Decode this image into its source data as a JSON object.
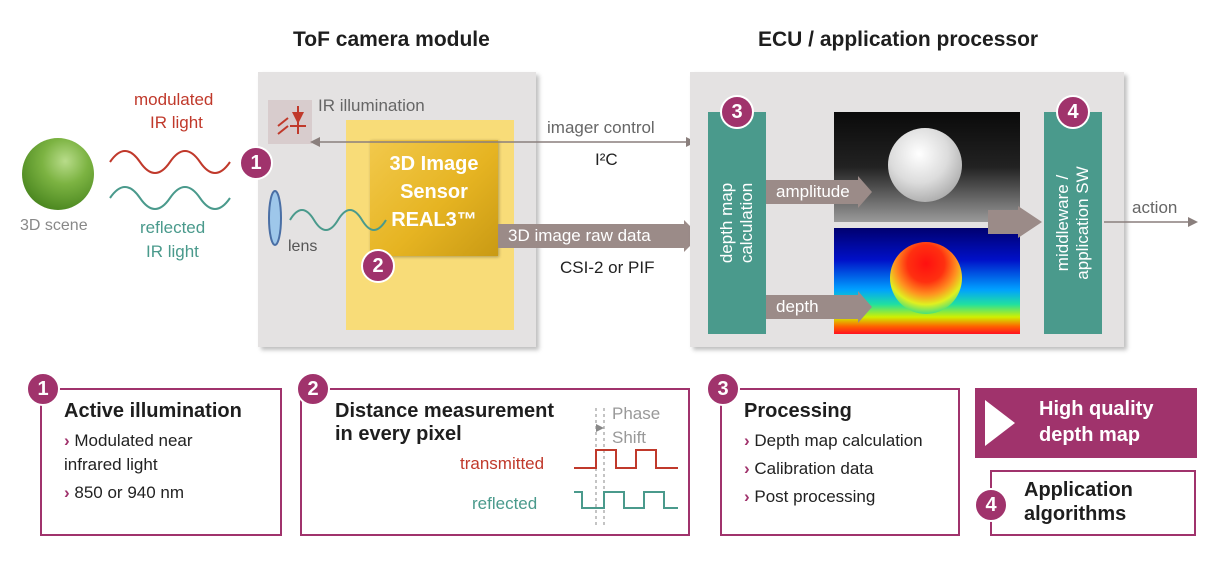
{
  "titles": {
    "tof_module": "ToF camera module",
    "ecu": "ECU / application processor"
  },
  "scene": {
    "label": "3D scene",
    "modulated_1": "modulated",
    "modulated_2": "IR light",
    "reflected_1": "reflected",
    "reflected_2": "IR light"
  },
  "module": {
    "ir_illumination": "IR illumination",
    "lens": "lens",
    "sensor_1": "3D Image",
    "sensor_2": "Sensor",
    "sensor_3": "REAL3™"
  },
  "links": {
    "imager_control": "imager control",
    "i2c": "I²C",
    "raw_data": "3D image raw data",
    "csi": "CSI-2 or PIF",
    "action": "action"
  },
  "ecu": {
    "depth_map_1": "depth map",
    "depth_map_2": "calculation",
    "amplitude": "amplitude",
    "depth": "depth",
    "middleware_1": "middleware /",
    "middleware_2": "application SW"
  },
  "badges": [
    "1",
    "2",
    "3",
    "4"
  ],
  "cards": {
    "illumination": {
      "title": "Active illumination",
      "items": [
        "Modulated near",
        "infrared light",
        "850 or 940 nm"
      ]
    },
    "distance": {
      "title_1": "Distance measurement",
      "title_2": "in every pixel",
      "phase_1": "Phase",
      "phase_2": "Shift",
      "transmitted": "transmitted",
      "reflected": "reflected"
    },
    "processing": {
      "title": "Processing",
      "items": [
        "Depth map calculation",
        "Calibration data",
        "Post processing"
      ]
    },
    "result": {
      "line_1": "High quality",
      "line_2": "depth map"
    },
    "application": {
      "line_1": "Application",
      "line_2": "algorithms"
    }
  },
  "colors": {
    "accent": "#a0336c",
    "teal": "#4a9a8c",
    "red_wave": "#c0392b",
    "teal_wave": "#4a9a8c",
    "gray_box": "#e4e2e2",
    "sensor_bg": "#f8dc78",
    "arrow_gray": "#9b8b88"
  }
}
